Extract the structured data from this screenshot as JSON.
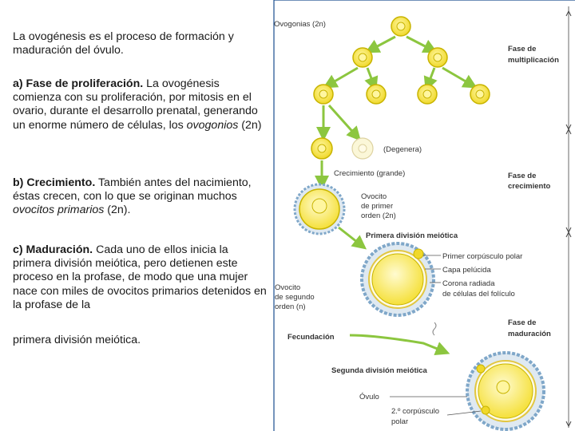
{
  "text": {
    "intro": "La ovogénesis es el proceso de formación y maduración del óvulo.",
    "a_head": "a) Fase de proliferación.",
    "a_body_1": " La ovogénesis comienza con su proliferación, por mitosis en el ovario, durante el desarrollo prenatal, generando un enorme número de células, los ",
    "a_italic": "ovogonios",
    "a_body_2": " (2n)",
    "b_head": "b) Crecimiento.",
    "b_body_1": " También antes del nacimiento, éstas crecen, con lo que se originan muchos ",
    "b_italic": "ovocitos primarios",
    "b_body_2": " (2n).",
    "c_head": "c) Maduración.",
    "c_body": " Cada uno de ellos inicia la primera división meiótica, pero detienen este proceso en la profase, de modo que una mujer nace con miles de ovocitos primarios detenidos en la profase de la",
    "c_tail": "primera división meiótica."
  },
  "diagram": {
    "ovogonias": "Ovogonias (2n)",
    "fase_mult_1": "Fase de",
    "fase_mult_2": "multiplicación",
    "degenera": "(Degenera)",
    "crecimiento": "Crecimiento (grande)",
    "fase_crec_1": "Fase de",
    "fase_crec_2": "crecimiento",
    "ovocito1_1": "Ovocito",
    "ovocito1_2": "de primer",
    "ovocito1_3": "orden (2n)",
    "primera_div": "Primera división meiótica",
    "primer_corp": "Primer corpúsculo polar",
    "capa_pel": "Capa pelúcida",
    "corona_1": "Corona radiada",
    "corona_2": "de células del folículo",
    "ovocito2_1": "Ovocito",
    "ovocito2_2": "de segundo",
    "ovocito2_3": "orden (n)",
    "fase_mad_1": "Fase de",
    "fase_mad_2": "maduración",
    "fecundacion": "Fecundación",
    "segunda_div": "Segunda división meiótica",
    "ovulo": "Óvulo",
    "corp2_1": "2.º corpúsculo",
    "corp2_2": "polar"
  },
  "colors": {
    "cell_fill": "#f3e54a",
    "cell_stroke": "#c8b400",
    "arrow": "#8cc63f",
    "corona": "#7fa7c9",
    "frame": "#1a4d8f"
  }
}
